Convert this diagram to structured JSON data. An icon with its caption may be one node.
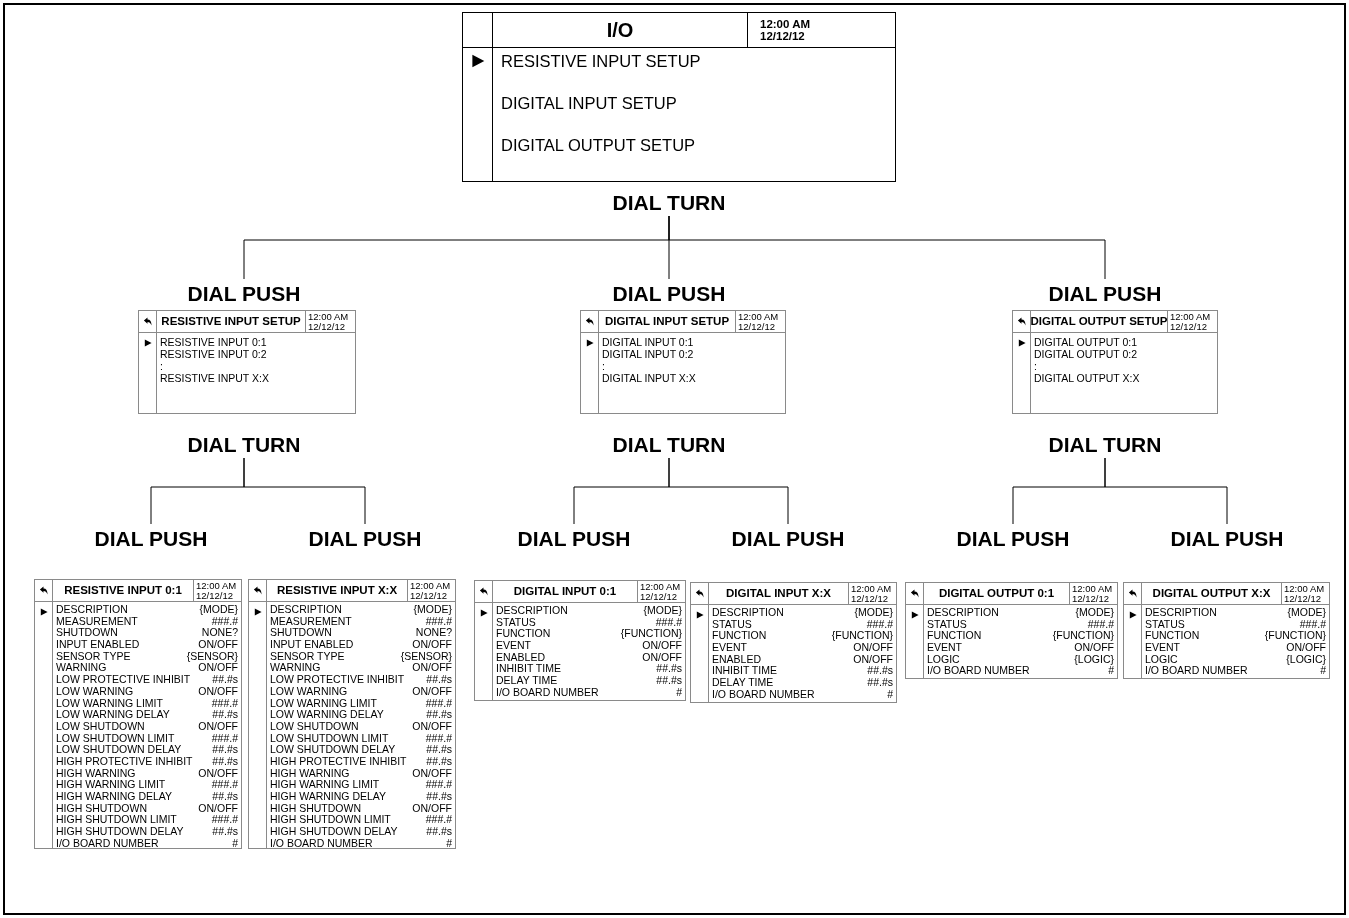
{
  "diagram": {
    "nodes": [
      {
        "text": [
          "I/O",
          "12:00 AM 12/12/12",
          "RESISTIVE INPUT SETUP",
          "DIGITAL INPUT SETUP",
          "DIGITAL OUTPUT SETUP"
        ]
      },
      {
        "text": [
          "DIAL TURN"
        ]
      },
      {
        "text": [
          "DIAL PUSH"
        ]
      },
      {
        "text": [
          "RESISTIVE INPUT SETUP",
          "12:00 AM 12/12/12",
          "RESISTIVE INPUT 0:1",
          "RESISTIVE INPUT 0:2",
          ":",
          "RESISTIVE INPUT X:X"
        ]
      },
      {
        "text": [
          "DIAL TURN"
        ]
      },
      {
        "text": [
          "DIAL PUSH"
        ]
      },
      {
        "text": [
          "DIGITAL INPUT SETUP",
          "12:00 AM 12/12/12",
          "DIGITAL INPUT 0:1",
          "DIGITAL INPUT 0:2",
          ":",
          "DIGITAL INPUT X:X"
        ]
      },
      {
        "text": [
          "DIAL TURN"
        ]
      },
      {
        "text": [
          "DIAL PUSH"
        ]
      },
      {
        "text": [
          "DIGITAL OUTPUT SETUP",
          "12:00 AM 12/12/12",
          "DIGITAL OUTPUT 0:1",
          "DIGITAL OUTPUT 0:2",
          ":",
          "DIGITAL OUTPUT X:X"
        ]
      },
      {
        "text": [
          "DIAL TURN"
        ]
      },
      {
        "text": [
          "DIAL PUSH"
        ]
      },
      {
        "text": [
          "RESISTIVE INPUT 0:1",
          "12:00 AM 12/12/12",
          "DESCRIPTION",
          "{MODE}",
          "MEASUREMENT",
          "###.#",
          "SHUTDOWN",
          "NONE?",
          "INPUT ENABLED",
          "ON/OFF",
          "SENSOR TYPE",
          "{SENSOR}",
          "WARNING",
          "ON/OFF",
          "LOW PROTECTIVE INHIBIT",
          "##.#s",
          "LOW WARNING",
          "ON/OFF",
          "LOW WARNING LIMIT",
          "###.#",
          "LOW WARNING DELAY",
          "##.#s",
          "LOW SHUTDOWN",
          "ON/OFF",
          "LOW SHUTDOWN LIMIT",
          "###.#",
          "LOW SHUTDOWN DELAY",
          "##.#s",
          "HIGH PROTECTIVE INHIBIT",
          "##.#s",
          "HIGH WARNING",
          "ON/OFF",
          "HIGH WARNING LIMIT",
          "###.#",
          "HIGH WARNING DELAY",
          "##.#s",
          "HIGH SHUTDOWN",
          "ON/OFF",
          "HIGH SHUTDOWN LIMIT",
          "###.#",
          "HIGH SHUTDOWN DELAY",
          "##.#s",
          "I/O BOARD NUMBER",
          "#"
        ]
      },
      {
        "text": [
          "DIAL PUSH"
        ]
      },
      {
        "text": [
          "RESISTIVE INPUT X:X",
          "12:00 AM 12/12/12",
          "DESCRIPTION",
          "{MODE}",
          "MEASUREMENT",
          "###.#",
          "SHUTDOWN",
          "NONE?",
          "INPUT ENABLED",
          "ON/OFF",
          "SENSOR TYPE",
          "{SENSOR}",
          "WARNING",
          "ON/OFF",
          "LOW PROTECTIVE INHIBIT",
          "##.#s",
          "LOW WARNING",
          "ON/OFF",
          "LOW WARNING LIMIT",
          "###.#",
          "LOW WARNING DELAY",
          "##.#s",
          "LOW SHUTDOWN",
          "ON/OFF",
          "LOW SHUTDOWN LIMIT",
          "###.#",
          "LOW SHUTDOWN DELAY",
          "##.#s",
          "HIGH PROTECTIVE INHIBIT",
          "##.#s",
          "HIGH WARNING",
          "ON/OFF",
          "HIGH WARNING LIMIT",
          "###.#",
          "HIGH WARNING DELAY",
          "##.#s",
          "HIGH SHUTDOWN",
          "ON/OFF",
          "HIGH SHUTDOWN LIMIT",
          "###.#",
          "HIGH SHUTDOWN DELAY",
          "##.#s",
          "I/O BOARD NUMBER",
          "#"
        ]
      },
      {
        "text": [
          "DIAL PUSH"
        ]
      },
      {
        "text": [
          "DIGITAL INPUT 0:1",
          "12:00 AM 12/12/12",
          "DESCRIPTION",
          "{MODE}",
          "STATUS",
          "###.#",
          "FUNCTION",
          "{FUNCTION}",
          "EVENT",
          "ON/OFF",
          "ENABLED",
          "ON/OFF",
          "INHIBIT TIME",
          "##.#s",
          "DELAY TIME",
          "##.#s",
          "I/O BOARD NUMBER",
          "#"
        ]
      },
      {
        "text": [
          "DIAL PUSH"
        ]
      },
      {
        "text": [
          "DIGITAL INPUT X:X",
          "12:00 AM 12/12/12",
          "DESCRIPTION",
          "{MODE}",
          "STATUS",
          "###.#",
          "FUNCTION",
          "{FUNCTION}",
          "EVENT",
          "ON/OFF",
          "ENABLED",
          "ON/OFF",
          "INHIBIT TIME",
          "##.#s",
          "DELAY TIME",
          "##.#s",
          "I/O BOARD NUMBER",
          "#"
        ]
      },
      {
        "text": [
          "DIAL PUSH"
        ]
      },
      {
        "text": [
          "DIGITAL OUTPUT 0:1",
          "12:00 AM 12/12/12",
          "DESCRIPTION",
          "{MODE}",
          "STATUS",
          "###.#",
          "FUNCTION",
          "{FUNCTION}",
          "EVENT",
          "ON/OFF",
          "LOGIC",
          "{LOGIC}",
          "I/O BOARD NUMBER",
          "#"
        ]
      },
      {
        "text": [
          "DIAL PUSH"
        ]
      },
      {
        "text": [
          "DIGITAL OUTPUT X:X",
          "12:00 AM 12/12/12",
          "DESCRIPTION",
          "{MODE}",
          "STATUS",
          "###.#",
          "FUNCTION",
          "{FUNCTION}",
          "EVENT",
          "ON/OFF",
          "LOGIC",
          "{LOGIC}",
          "I/O BOARD NUMBER",
          "#"
        ]
      }
    ],
    "edges": [
      {
        "from": 1,
        "to": 2,
        "arrow": "none"
      },
      {
        "from": 1,
        "to": 5,
        "arrow": "none"
      },
      {
        "from": 1,
        "to": 8,
        "arrow": "none"
      },
      {
        "from": 4,
        "to": 11,
        "arrow": "none"
      },
      {
        "from": 4,
        "to": 13,
        "arrow": "none"
      },
      {
        "from": 7,
        "to": 15,
        "arrow": "none"
      },
      {
        "from": 7,
        "to": 17,
        "arrow": "none"
      },
      {
        "from": 10,
        "to": 19,
        "arrow": "none"
      },
      {
        "from": 10,
        "to": 21,
        "arrow": "none"
      }
    ]
  }
}
